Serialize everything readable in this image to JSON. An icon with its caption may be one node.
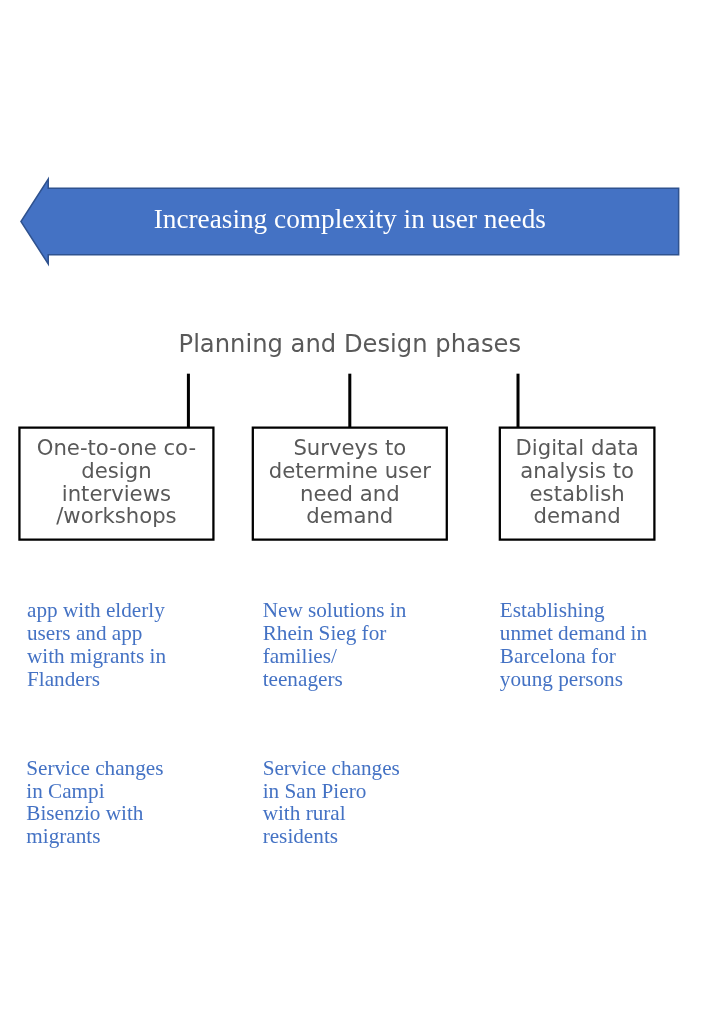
{
  "diagram": {
    "nodes": [
      {
        "text": [
          "Increasing complexity in user needs"
        ]
      },
      {
        "text": [
          "Planning and Design phases"
        ]
      },
      {
        "text": [
          "One-to-one co-design interviews /workshops"
        ]
      },
      {
        "text": [
          "Surveys to determine user need and demand"
        ]
      },
      {
        "text": [
          "Digital data analysis to establish demand"
        ]
      }
    ],
    "edges": [
      {
        "from": 1,
        "to": 2,
        "arrow": "none"
      },
      {
        "from": 1,
        "to": 3,
        "arrow": "none"
      },
      {
        "from": 1,
        "to": 4,
        "arrow": "none"
      }
    ],
    "labels": [
      "app with elderly users and app with migrants in Flanders",
      "Service changes in Campi Bisenzio with migrants",
      "New solutions in Rhein Sieg for families/ teenagers",
      "Service changes in San Piero with rural residents",
      "Establishing unmet demand in Barcelona for young persons"
    ]
  }
}
